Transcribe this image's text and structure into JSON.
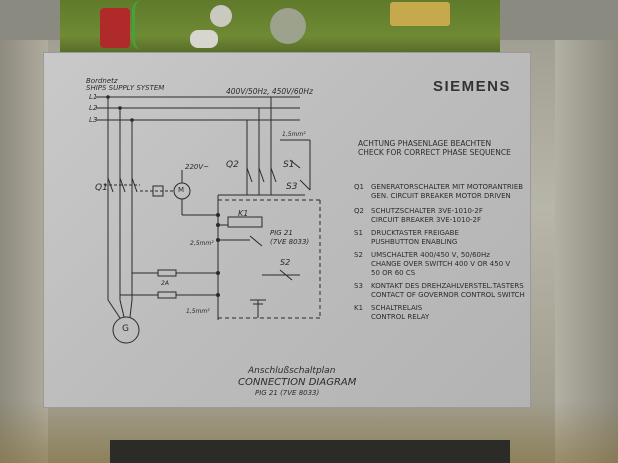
{
  "brand": "SIEMENS",
  "supply": {
    "bordnetz": "Bordnetz",
    "ships": "SHIPS SUPPLY SYSTEM",
    "voltage": "400V/50Hz, 450V/60Hz",
    "lines": [
      "L1",
      "L2",
      "L3"
    ]
  },
  "warning": {
    "de": "ACHTUNG  PHASENLAGE BEACHTEN",
    "en": "CHECK  FOR CORRECT PHASE SEQUENCE"
  },
  "legend": [
    {
      "code": "Q1",
      "lines": [
        "GENERATORSCHALTER MIT MOTORANTRIEB",
        "GEN. CIRCUIT BREAKER MOTOR DRIVEN"
      ]
    },
    {
      "code": "Q2",
      "lines": [
        "SCHUTZSCHALTER 3VE-1010-2F",
        "CIRCUIT BREAKER 3VE-1010-2F"
      ]
    },
    {
      "code": "S1",
      "lines": [
        "DRUCKTASTER FREIGABE",
        "PUSHBUTTON ENABLING"
      ]
    },
    {
      "code": "S2",
      "lines": [
        "UMSCHALTER 400/450 V, 50/60Hz",
        "CHANGE OVER SWITCH 400 V OR 450 V",
        "50 OR 60 CS"
      ]
    },
    {
      "code": "S3",
      "lines": [
        "KONTAKT DES DREHZAHLVERSTEL.TASTERS",
        "CONTACT OF GOVERNOR CONTROL SWITCH"
      ]
    },
    {
      "code": "K1",
      "lines": [
        "SCHALTRELAIS",
        "CONTROL RELAY"
      ]
    }
  ],
  "diagram": {
    "title_de": "Anschlußschaltplan",
    "title_en": "CONNECTION  DIAGRAM",
    "subtitle": "PIG 21 (7VE 8033)",
    "labels": {
      "q1": "Q1",
      "q2": "Q2",
      "s1": "S1",
      "s2": "S2",
      "s3": "S3",
      "k1": "K1",
      "v220": "220V~",
      "pig": "PIG 21",
      "pig_sub": "(7VE 8033)",
      "mm1": "1,5mm²",
      "mm2": "2,5mm²",
      "mm3": "1,5mm²",
      "fuse": "2A",
      "gen": "G",
      "motor": "M"
    }
  }
}
